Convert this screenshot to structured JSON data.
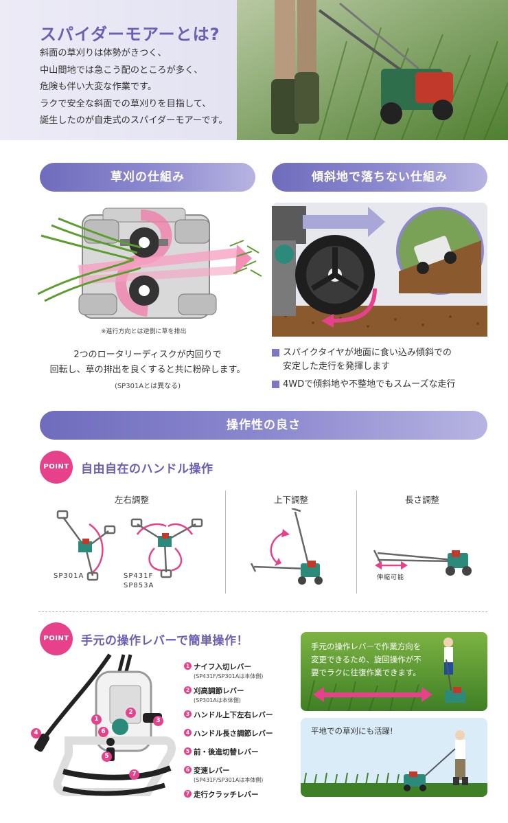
{
  "hero": {
    "title": "スパイダーモアーとは?",
    "lines": [
      "斜面の草刈りは体勢がきつく、",
      "中山間地では急こう配のところが多く、",
      "危険も伴い大変な作業です。",
      "ラクで安全な斜面での草刈りを目指して、",
      "誕生したのが自走式のスパイダーモアーです。"
    ]
  },
  "section_cutting": {
    "title": "草刈の仕組み",
    "note": "※進行方向とは逆側に草を排出",
    "desc_lines": [
      "2つのロータリーディスクが内回りで",
      "回転し、草の排出を良くすると共に粉砕します。"
    ],
    "sub": "(SP301Aとは異なる)"
  },
  "section_slope": {
    "title": "傾斜地で落ちない仕組み",
    "bullets": [
      "スパイクタイヤが地面に食い込み傾斜での安定した走行を発揮します",
      "4WDで傾斜地や不整地でもスムーズな走行"
    ],
    "bullet_lines": [
      [
        "スパイクタイヤが地面に食い込み傾斜での",
        "安定した走行を発揮します"
      ],
      [
        "4WDで傾斜地や不整地でもスムーズな走行"
      ]
    ]
  },
  "section_operability": {
    "title": "操作性の良さ"
  },
  "point1": {
    "badge": "POINT",
    "title": "自由自在のハンドル操作",
    "columns": [
      "左右調整",
      "上下調整",
      "長さ調整"
    ],
    "models": {
      "left": "SP301A",
      "right_1": "SP431F",
      "right_2": "SP853A"
    },
    "length_label": "伸縮可能"
  },
  "point2": {
    "badge": "POINT",
    "title": "手元の操作レバーで簡単操作！",
    "levers": [
      {
        "num": "1",
        "name": "ナイフ入切レバー",
        "sub": "(SP431F/SP301Aは本体側)"
      },
      {
        "num": "2",
        "name": "刈高調節レバー",
        "sub": "(SP301Aは本体側)"
      },
      {
        "num": "3",
        "name": "ハンドル上下左右レバー",
        "sub": ""
      },
      {
        "num": "4",
        "name": "ハンドル長さ調節レバー",
        "sub": ""
      },
      {
        "num": "5",
        "name": "前・後進切替レバー",
        "sub": ""
      },
      {
        "num": "6",
        "name": "変速レバー",
        "sub": "(SP431F/SP301Aは本体側)"
      },
      {
        "num": "7",
        "name": "走行クラッチレバー",
        "sub": ""
      }
    ],
    "callouts": [
      "1",
      "2",
      "3",
      "4",
      "5",
      "6",
      "7"
    ],
    "panel_top_lines": [
      "手元の操作レバーで作業方向を",
      "変更できるため、旋回操作が不",
      "要でラクに往復作業できます。"
    ],
    "panel_bottom": "平地での草刈にも活躍!"
  },
  "colors": {
    "accent_purple": "#6a5fb0",
    "pill_gradient_start": "#6f6cbd",
    "pink": "#e6418a",
    "green": "#5f9a3a"
  },
  "icons": [
    "grass-icon",
    "mower-icon",
    "tire-icon",
    "arrow-icon",
    "handle-icon",
    "lever-icon",
    "worker-icon"
  ]
}
